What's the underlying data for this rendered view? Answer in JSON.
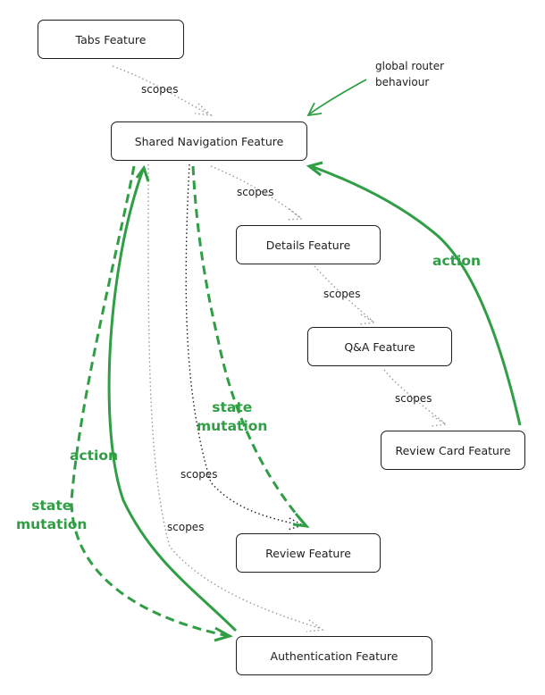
{
  "nodes": {
    "tabs": "Tabs Feature",
    "shared_navigation": "Shared Navigation Feature",
    "details": "Details Feature",
    "qa": "Q&A Feature",
    "review_card": "Review Card Feature",
    "review": "Review Feature",
    "authentication": "Authentication Feature"
  },
  "edge_labels": {
    "scopes": "scopes",
    "action": "action",
    "state": "state",
    "mutation": "mutation"
  },
  "annotation": {
    "line1": "global router",
    "line2": "behaviour"
  },
  "colors": {
    "stroke": "#1e1e1e",
    "green": "#2f9e44",
    "dotted": "#9a9a9a"
  }
}
